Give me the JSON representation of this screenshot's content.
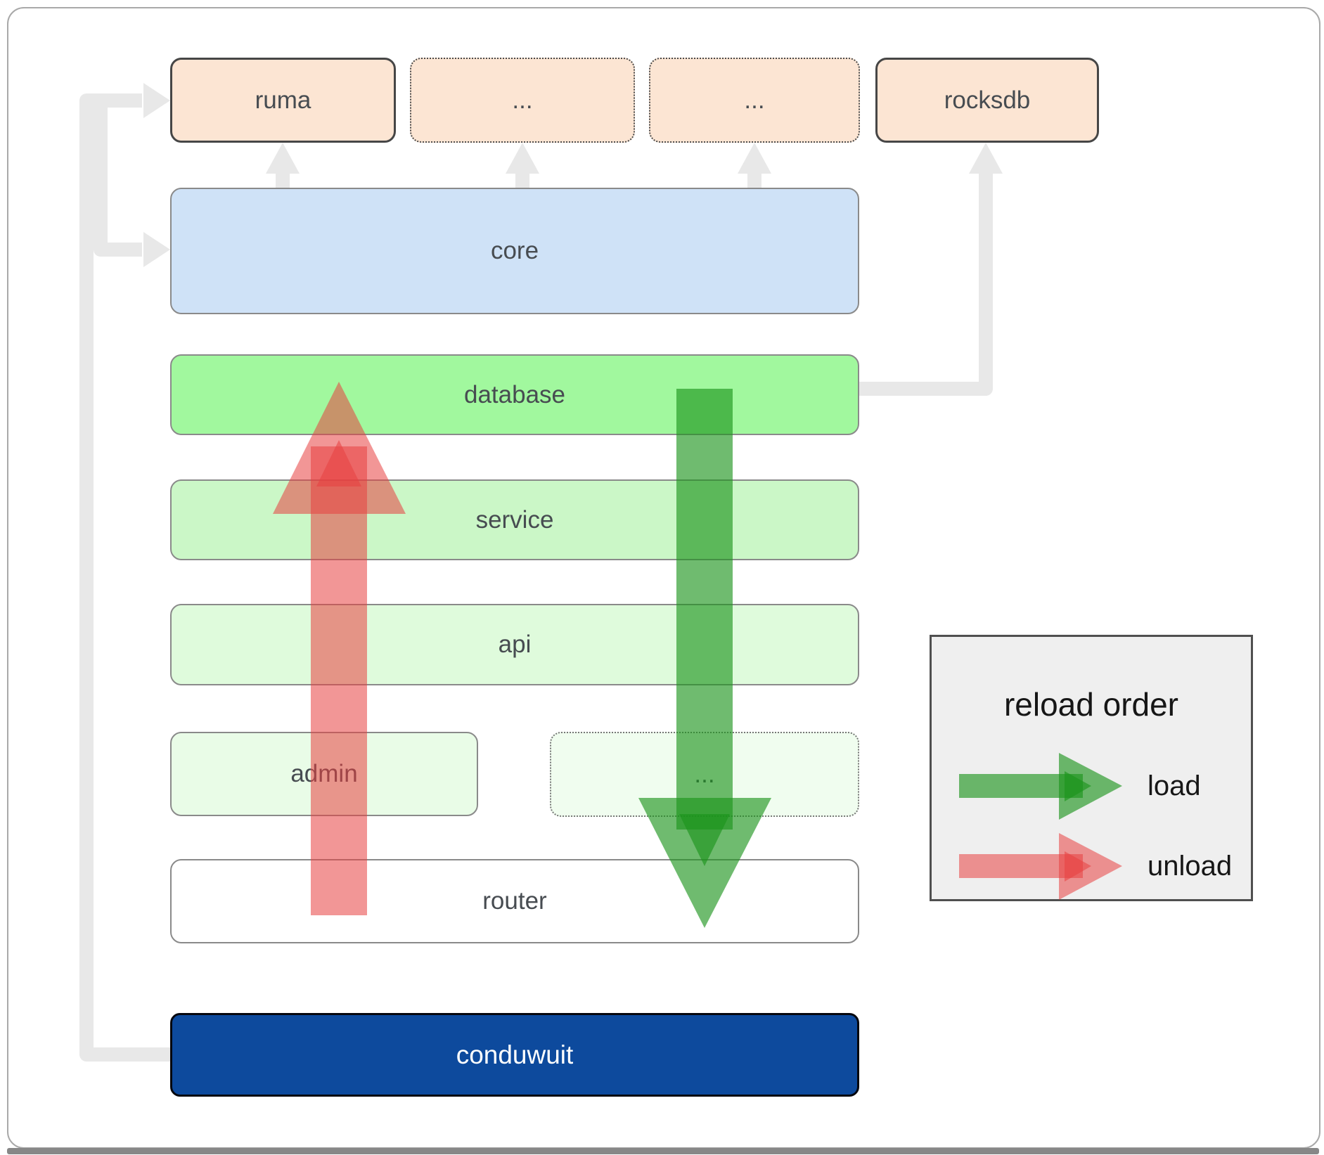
{
  "boxes": {
    "ruma": "ruma",
    "dots1": "...",
    "dots2": "...",
    "rocksdb": "rocksdb",
    "core": "core",
    "database": "database",
    "service": "service",
    "api": "api",
    "admin": "admin",
    "dots3": "...",
    "router": "router",
    "conduwuit": "conduwuit"
  },
  "legend": {
    "title": "reload order",
    "items": [
      {
        "label": "load",
        "arrow": "green-right-arrow"
      },
      {
        "label": "unload",
        "arrow": "red-right-arrow"
      }
    ]
  },
  "colors": {
    "line": "#e8e8e8",
    "red": "rgba(232,64,64,0.55)",
    "green": "rgba(27,148,27,0.63)",
    "peach": "#fce5d3",
    "blue": "#cfe2f7",
    "green1": "#a1f89e",
    "green2": "#cbf7c7",
    "green3": "#dffbdc",
    "green4": "#e9fce7",
    "green5": "#f0fdef",
    "navy": "#0d4a9d",
    "legendBg": "#efefef",
    "label": "#474c51"
  }
}
